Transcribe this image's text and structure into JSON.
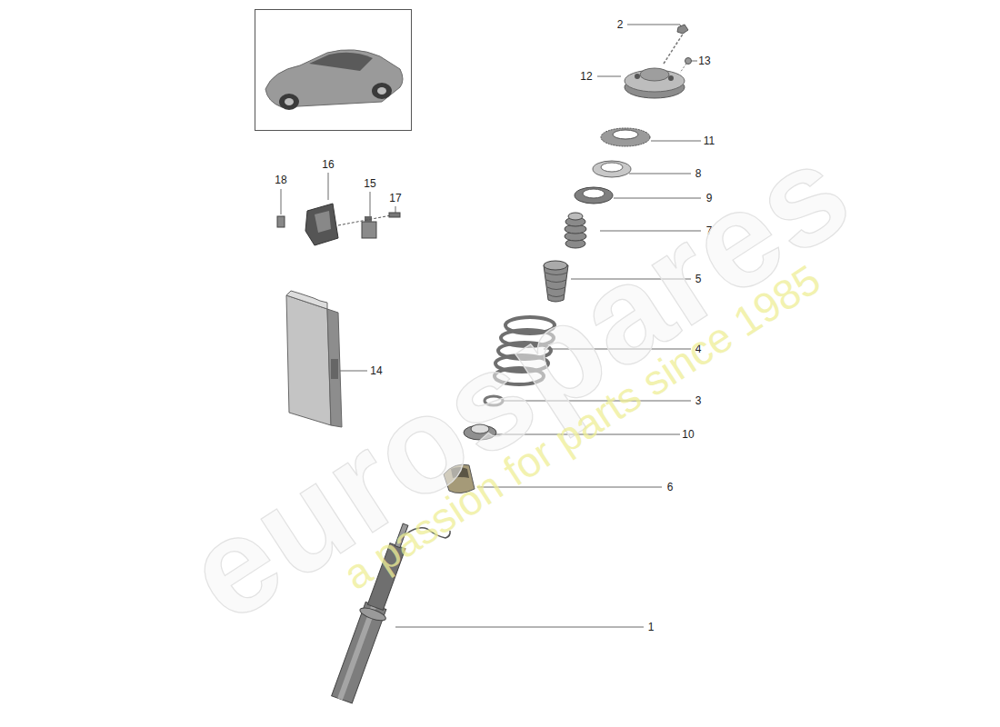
{
  "diagram": {
    "labels": [
      "2",
      "13",
      "12",
      "11",
      "8",
      "9",
      "7",
      "5",
      "4",
      "3",
      "10",
      "6",
      "1",
      "18",
      "16",
      "15",
      "17",
      "14",
      "eurospares",
      "a passion for parts since 1985"
    ]
  }
}
